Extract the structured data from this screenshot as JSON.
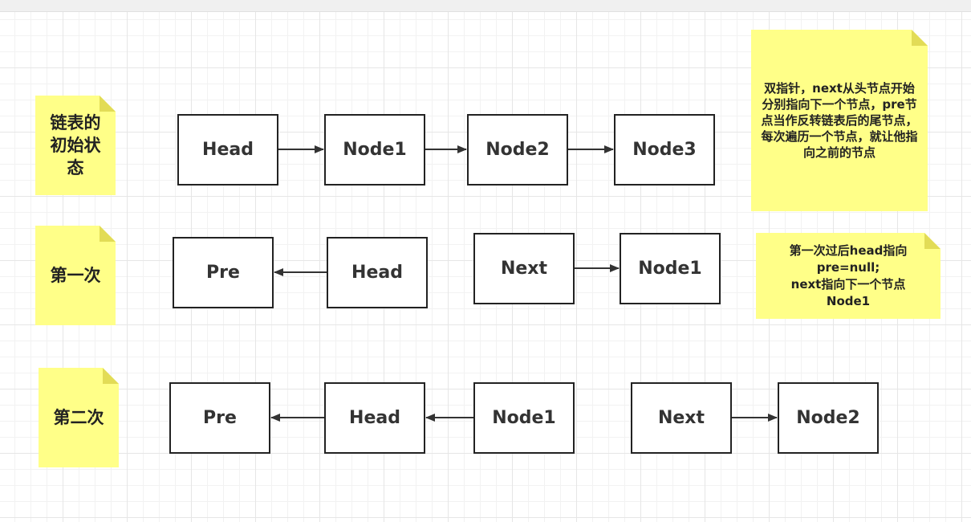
{
  "rows": {
    "initial": {
      "label": "链表的初始状态",
      "nodes": [
        "Head",
        "Node1",
        "Node2",
        "Node3"
      ]
    },
    "first": {
      "label": "第一次",
      "nodes": [
        "Pre",
        "Head",
        "Next",
        "Node1"
      ]
    },
    "second": {
      "label": "第二次",
      "nodes": [
        "Pre",
        "Head",
        "Node1",
        "Next",
        "Node2"
      ]
    }
  },
  "notes": {
    "main": "双指针，next从头节点开始分别指向下一个节点，pre节点当作反转链表后的尾节点，每次遍历一个节点，就让他指向之前的节点",
    "first_lines": [
      "第一次过后head指向",
      "pre=null;",
      "next指向下一个节点",
      "Node1"
    ]
  },
  "colors": {
    "sticky": "#ffff88",
    "node_border": "#222222",
    "arrow": "#333333",
    "grid": "#e6e6e6"
  }
}
